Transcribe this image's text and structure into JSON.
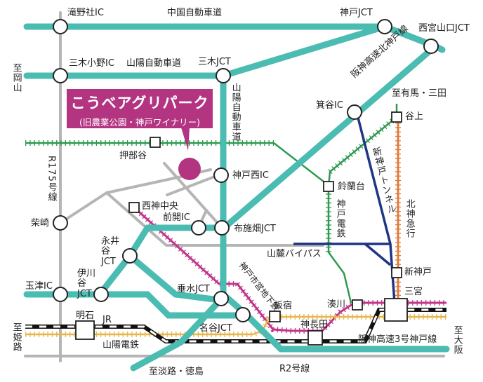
{
  "colors": {
    "expressway": "#4bbcb1",
    "national_road": "#b5b5b5",
    "kobe_dentetsu": "#2e9a4f",
    "subway": "#c0358a",
    "sanyo": "#e8b64a",
    "hokushin": "#e07b3a",
    "tunnel": "#1f3585",
    "jr": "#111111",
    "destination": "#b33582"
  },
  "destination": {
    "name": "こうべアグリパーク",
    "subtitle": "(旧農業公園・神戸ワイナリー)"
  },
  "expressways": {
    "chugoku": "中国自動車道",
    "sanyo": "山陽自動車道",
    "sanyo_vertical": "山陽自動車道",
    "hanshin_kita": "阪神高速北神戸線",
    "hanshin_3": "阪神高速3号神戸線",
    "sanroku": "山麓バイパス",
    "shinkobe_tunnel": "新神戸トンネル"
  },
  "roads": {
    "r175": "R175号線",
    "r2": "R2号線"
  },
  "railways": {
    "jr": "JR",
    "sanyo_dentetsu": "山陽電鉄",
    "kobe_dentetsu": "神戸電鉄",
    "hokushin_kyuko": "北神急行",
    "subway": "神戸市営地下鉄"
  },
  "interchanges": {
    "takinoyashiro": "滝野社IC",
    "miki_ono": "三木小野IC",
    "miki_jct": "三木JCT",
    "kobe_jct": "神戸JCT",
    "nishinomiya_jct": "西宮山口JCT",
    "minotani": "箕谷IC",
    "kobe_nishi": "神戸西IC",
    "zenkai": "前開IC",
    "fusehata": "布施畑JCT",
    "shibasaki": "柴崎",
    "nagaidani": "永井谷JCT",
    "ikawadani": "伊川谷JCT",
    "tamatsu": "玉津IC",
    "tarumi": "垂水JCT",
    "nadani": "名谷JCT"
  },
  "stations": {
    "oshibedani": "押部谷",
    "seishin_chuo": "西神中央",
    "suzurandai": "鈴蘭台",
    "tanigami": "谷上",
    "shinkobe": "新神戸",
    "sannomiya": "三宮",
    "minatogawa": "湊川",
    "itayado": "板宿",
    "shinnagata": "神長田",
    "akashi": "明石"
  },
  "directions": {
    "okayama": "至岡山",
    "himeji": "至姫路",
    "osaka": "至大阪",
    "awaji": "至淡路・徳島",
    "arima": "至有馬・三田"
  }
}
